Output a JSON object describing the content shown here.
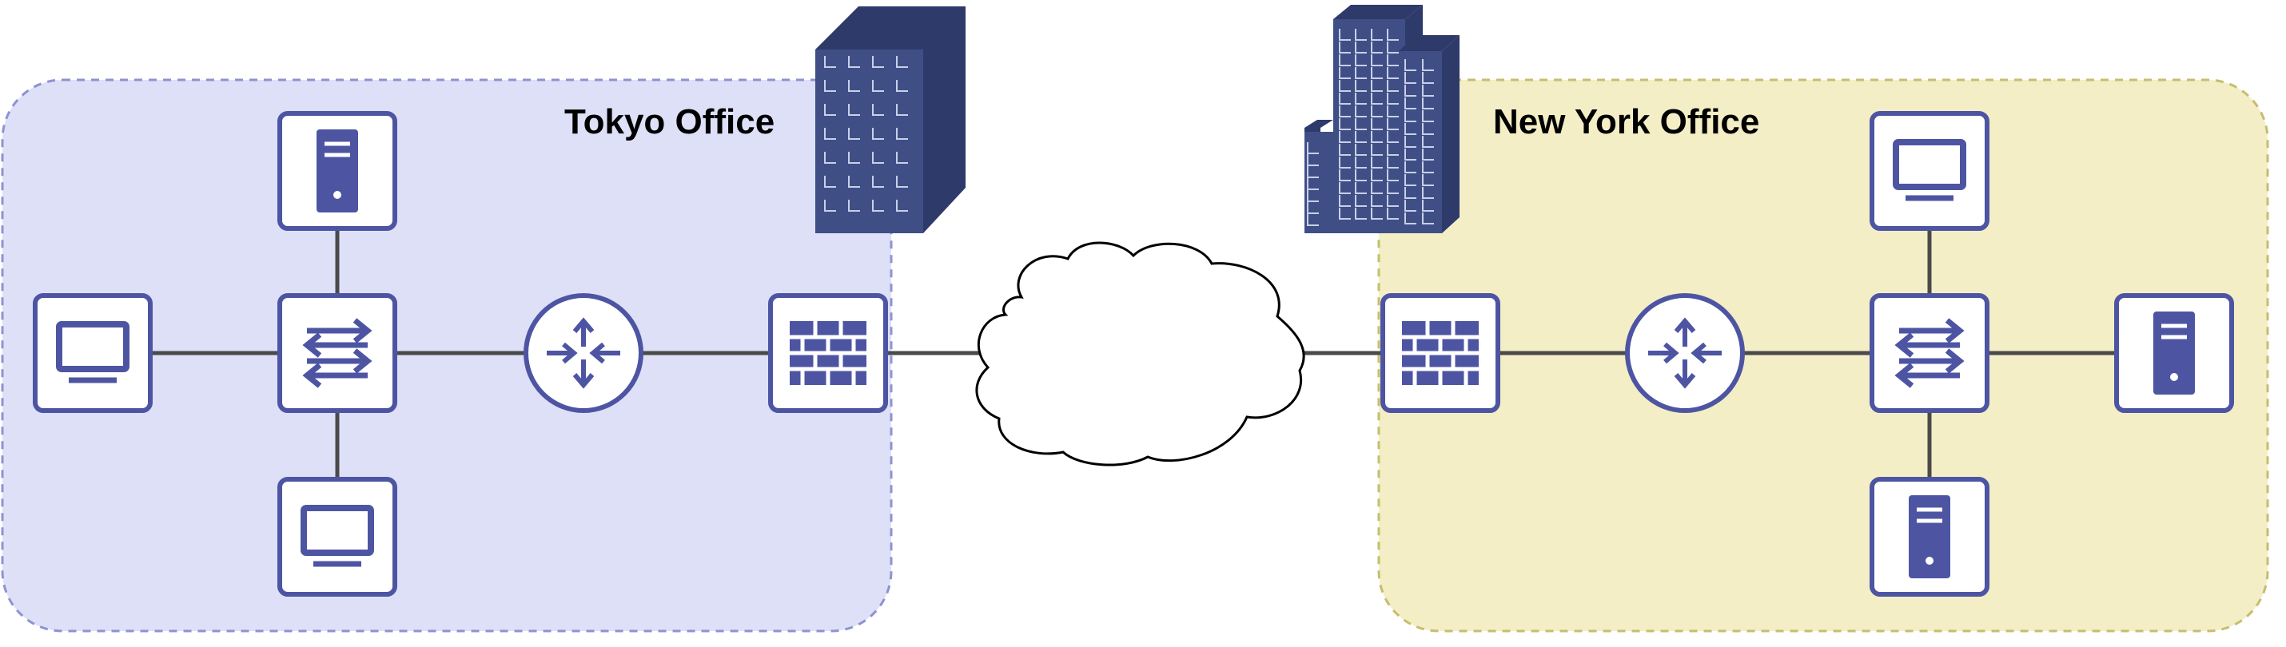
{
  "offices": {
    "tokyo": {
      "label": "Tokyo Office",
      "fill": "#dde0f7",
      "border": "#8d93d1"
    },
    "new_york": {
      "label": "New York Office",
      "fill": "#f3eec6",
      "border": "#c7bd6f"
    }
  },
  "colors": {
    "icon": "#4d55a3",
    "icon_box_fill": "#ffffff",
    "link": "#4a4a4a",
    "building_front": "#3f4f86",
    "building_side": "#2e3a6a",
    "cloud_stroke": "#000000",
    "cloud_fill": "#ffffff"
  },
  "devices": [
    {
      "id": "tokyo-server",
      "type": "server",
      "office": "tokyo"
    },
    {
      "id": "tokyo-workstation-left",
      "type": "workstation",
      "office": "tokyo"
    },
    {
      "id": "tokyo-switch",
      "type": "switch",
      "office": "tokyo"
    },
    {
      "id": "tokyo-workstation-bottom",
      "type": "workstation",
      "office": "tokyo"
    },
    {
      "id": "tokyo-router",
      "type": "router",
      "office": "tokyo"
    },
    {
      "id": "tokyo-firewall",
      "type": "firewall",
      "office": "tokyo"
    },
    {
      "id": "internet-cloud",
      "type": "cloud",
      "office": ""
    },
    {
      "id": "ny-firewall",
      "type": "firewall",
      "office": "new_york"
    },
    {
      "id": "ny-router",
      "type": "router",
      "office": "new_york"
    },
    {
      "id": "ny-switch",
      "type": "switch",
      "office": "new_york"
    },
    {
      "id": "ny-workstation-top",
      "type": "workstation",
      "office": "new_york"
    },
    {
      "id": "ny-server-right",
      "type": "server",
      "office": "new_york"
    },
    {
      "id": "ny-server-bottom",
      "type": "server",
      "office": "new_york"
    }
  ],
  "links": [
    [
      "tokyo-workstation-left",
      "tokyo-switch"
    ],
    [
      "tokyo-server",
      "tokyo-switch"
    ],
    [
      "tokyo-switch",
      "tokyo-workstation-bottom"
    ],
    [
      "tokyo-switch",
      "tokyo-router"
    ],
    [
      "tokyo-router",
      "tokyo-firewall"
    ],
    [
      "tokyo-firewall",
      "internet-cloud"
    ],
    [
      "internet-cloud",
      "ny-firewall"
    ],
    [
      "ny-firewall",
      "ny-router"
    ],
    [
      "ny-router",
      "ny-switch"
    ],
    [
      "ny-workstation-top",
      "ny-switch"
    ],
    [
      "ny-switch",
      "ny-server-right"
    ],
    [
      "ny-switch",
      "ny-server-bottom"
    ]
  ]
}
